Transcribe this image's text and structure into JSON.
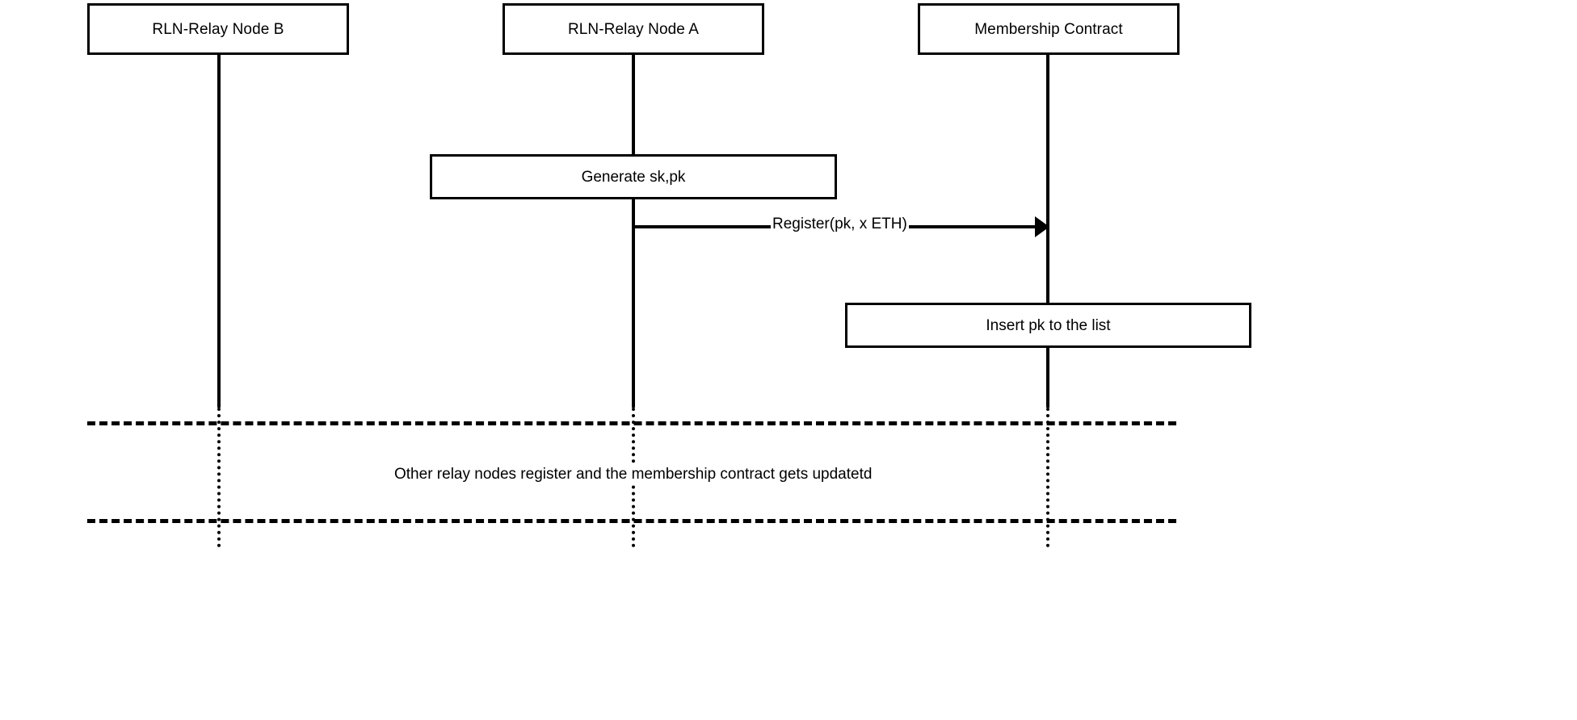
{
  "diagram": {
    "kind": "sequence-diagram",
    "background_color": "#ffffff",
    "stroke_color": "#000000",
    "participants": [
      {
        "id": "node-b",
        "label": "RLN-Relay Node B"
      },
      {
        "id": "node-a",
        "label": "RLN-Relay Node A"
      },
      {
        "id": "contract",
        "label": "Membership Contract"
      }
    ],
    "actions": [
      {
        "id": "generate-keys",
        "label": "Generate sk,pk",
        "on": "node-a"
      },
      {
        "id": "insert-pk",
        "label": "Insert pk to the list",
        "on": "contract"
      }
    ],
    "messages": [
      {
        "id": "register",
        "label": "Register(pk, x ETH)",
        "from": "node-a",
        "to": "contract",
        "arrow": "solid-filled"
      }
    ],
    "notes": [
      {
        "id": "other-nodes",
        "text": "Other relay nodes register and the membership contract gets updatetd"
      }
    ]
  }
}
